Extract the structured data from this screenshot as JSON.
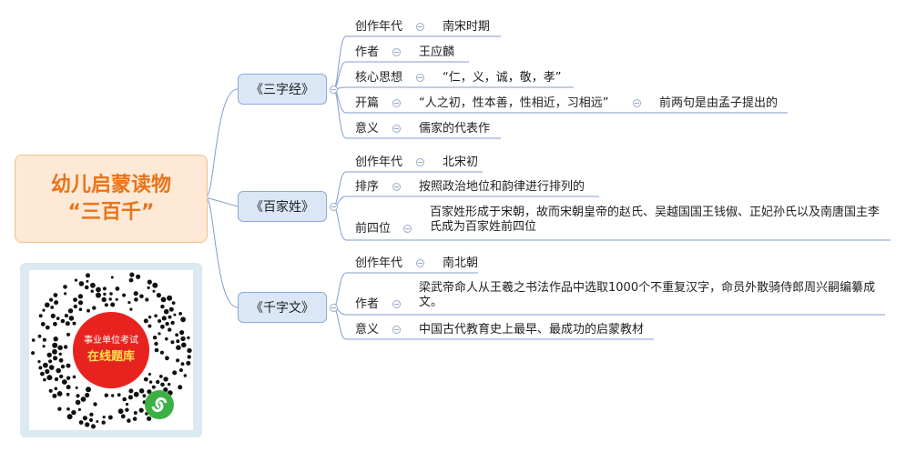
{
  "root": {
    "line1": "幼儿启蒙读物",
    "line2": "“三百千”"
  },
  "branches": [
    {
      "label": "《三字经》",
      "items": [
        {
          "key": "创作年代",
          "value": "南宋时期"
        },
        {
          "key": "作者",
          "value": "王应麟"
        },
        {
          "key": "核心思想",
          "value": "“仁，义，诚，敬，孝”"
        },
        {
          "key": "开篇",
          "value": "“人之初，性本善，性相近，习相远”",
          "sub": "前两句是由孟子提出的"
        },
        {
          "key": "意义",
          "value": "儒家的代表作"
        }
      ]
    },
    {
      "label": "《百家姓》",
      "items": [
        {
          "key": "创作年代",
          "value": "北宋初"
        },
        {
          "key": "排序",
          "value": "按照政治地位和韵律进行排列的"
        },
        {
          "key": "前四位",
          "value": "百家姓形成于宋朝，故而宋朝皇帝的赵氏、吴越国国王钱俶、正妃孙氏以及南唐国主李氏成为百家姓前四位"
        }
      ]
    },
    {
      "label": "《千字文》",
      "items": [
        {
          "key": "创作年代",
          "value": "南北朝"
        },
        {
          "key": "作者",
          "value": "梁武帝命人从王羲之书法作品中选取1000个不重复汉字，命员外散骑侍郎周兴嗣编纂成文。"
        },
        {
          "key": "意义",
          "value": "中国古代教育史上最早、最成功的启蒙教材"
        }
      ]
    }
  ],
  "qr": {
    "line1": "事业单位考试",
    "line2": "在线题库"
  },
  "colors": {
    "root_text": "#e8741a",
    "branch_fill": "#dbe7f7",
    "line": "#7f9ccf",
    "qr_red": "#e8231f"
  }
}
